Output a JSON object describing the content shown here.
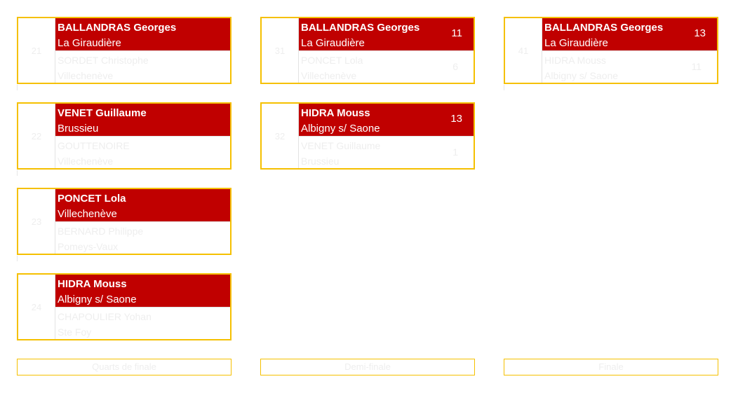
{
  "rounds": [
    {
      "label": "Quarts de finale",
      "matches": [
        {
          "num": "21",
          "winner": {
            "name": "BALLANDRAS Georges",
            "town": "La Giraudière",
            "score": ""
          },
          "loser": {
            "name": "SORDET Christophe",
            "town": "Villechenève",
            "score": ""
          }
        },
        {
          "num": "22",
          "winner": {
            "name": "VENET Guillaume",
            "town": "Brussieu",
            "score": ""
          },
          "loser": {
            "name": "GOUTTENOIRE",
            "town": "Villechenève",
            "score": ""
          }
        },
        {
          "num": "23",
          "winner": {
            "name": "PONCET Lola",
            "town": "Villechenève",
            "score": ""
          },
          "loser": {
            "name": "BERNARD Philippe",
            "town": "Pomeys-Vaux",
            "score": ""
          }
        },
        {
          "num": "24",
          "winner": {
            "name": "HIDRA Mouss",
            "town": "Albigny s/ Saone",
            "score": ""
          },
          "loser": {
            "name": "CHAPOULIER Yohan",
            "town": "Ste Foy",
            "score": ""
          }
        }
      ]
    },
    {
      "label": "Demi-finale",
      "matches": [
        {
          "num": "31",
          "winner": {
            "name": "BALLANDRAS Georges",
            "town": "La Giraudière",
            "score": "11"
          },
          "loser": {
            "name": "PONCET Lola",
            "town": "Villechenève",
            "score": "6"
          }
        },
        {
          "num": "32",
          "winner": {
            "name": "HIDRA Mouss",
            "town": "Albigny s/ Saone",
            "score": "13"
          },
          "loser": {
            "name": "VENET Guillaume",
            "town": "Brussieu",
            "score": "1"
          }
        }
      ]
    },
    {
      "label": "Finale",
      "matches": [
        {
          "num": "41",
          "winner": {
            "name": "BALLANDRAS Georges",
            "town": "La Giraudière",
            "score": "13"
          },
          "loser": {
            "name": "HIDRA Mouss",
            "town": "Albigny s/ Saone",
            "score": "11"
          }
        }
      ]
    }
  ],
  "colors": {
    "winner_bg": "#c00000",
    "border": "#f5c000",
    "ghost_text": "#eeeeee"
  }
}
